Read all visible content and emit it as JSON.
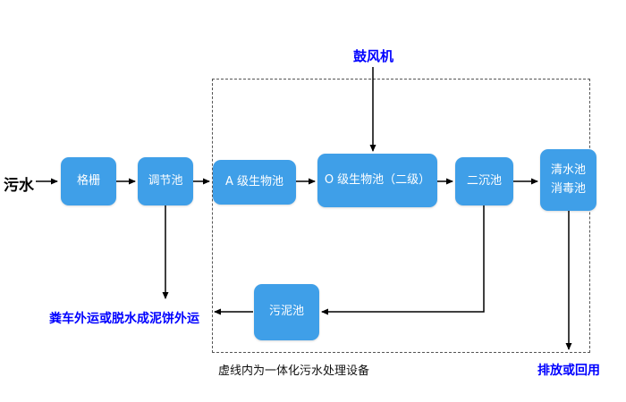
{
  "colors": {
    "box_fill": "#3F9FE8",
    "box_text": "#FFFFFF",
    "blue_text": "#0000FF",
    "arrow": "#000000",
    "dashed_border": "#555555"
  },
  "diagram": {
    "source_label": "污水",
    "blower_label": "鼓风机",
    "boxes": {
      "grid": "格栅",
      "regulating_tank": "调节池",
      "a_bio_tank": "A 级生物池",
      "o_bio_tank": "O 级生物池（二级）",
      "secondary_sedimentation_tank": "二沉池",
      "clear_water_tank": "清水池",
      "disinfection_tank": "消毒池",
      "sludge_tank": "污泥池"
    },
    "sludge_disposal_label": "粪车外运或脱水成泥饼外运",
    "boundary_label": "虚线内为一体化污水处理设备",
    "discharge_label": "排放或回用"
  }
}
